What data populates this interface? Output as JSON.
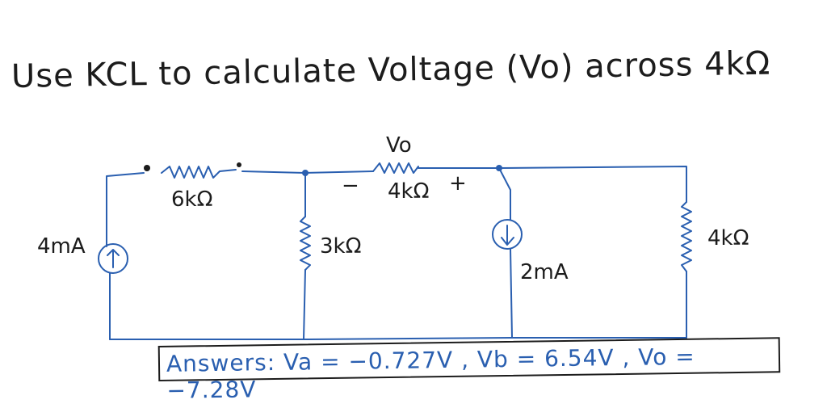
{
  "title": "Use KCL to calculate Voltage (Vo) across 4kΩ",
  "labels": {
    "r_6k": "6kΩ",
    "r_3k": "3kΩ",
    "r_4k_mid": "4kΩ",
    "r_4k_right": "4kΩ",
    "vo": "Vo",
    "minus": "−",
    "plus": "+",
    "source_4ma": "4mA",
    "source_2ma": "2mA"
  },
  "answer": "Answers: Va = −0.727V , Vb = 6.54V , Vo = −7.28V",
  "colors": {
    "ink": "#1c1c1c",
    "wire": "#2a5fb0"
  }
}
